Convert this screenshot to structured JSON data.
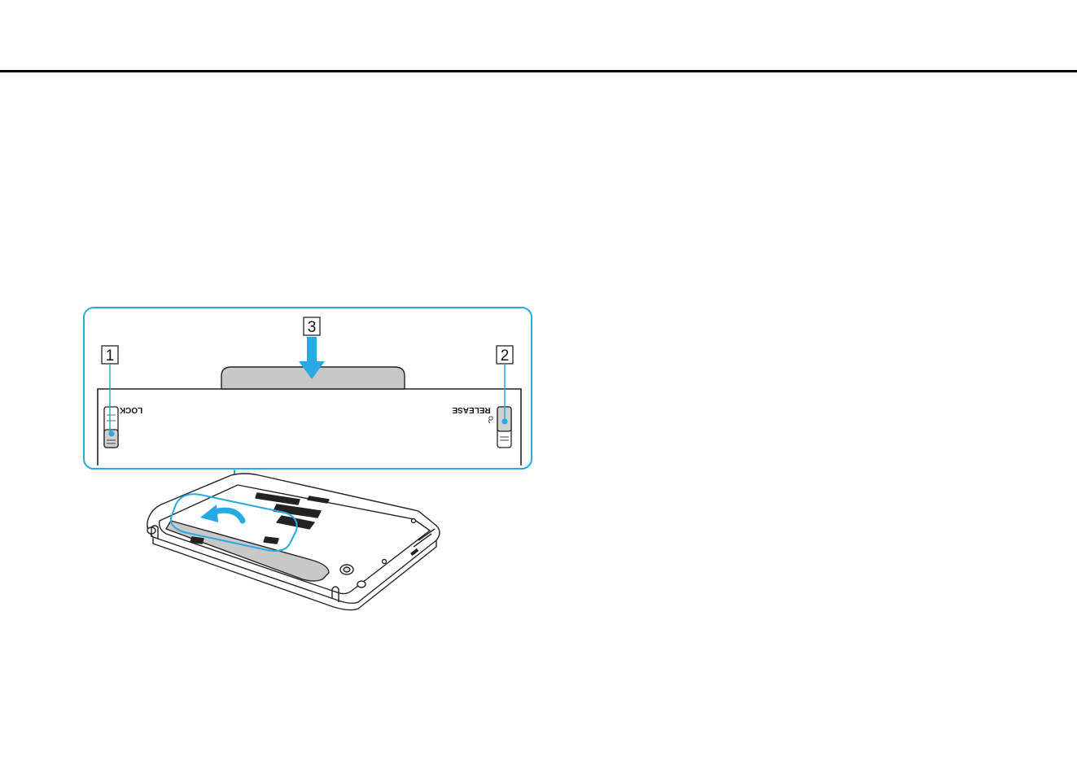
{
  "colors": {
    "callout": "#29a9e1",
    "battery": "#c8c8c8",
    "line": "#222222",
    "rule": "#000000"
  },
  "figure": {
    "callouts": [
      {
        "number": "1"
      },
      {
        "number": "2"
      },
      {
        "number": "3"
      }
    ],
    "switch_labels": {
      "lock": "LOCK",
      "release": "RELEASE"
    },
    "icons": [
      "down-arrow-icon",
      "curved-arrow-icon",
      "unlocked-padlock-icon"
    ]
  }
}
